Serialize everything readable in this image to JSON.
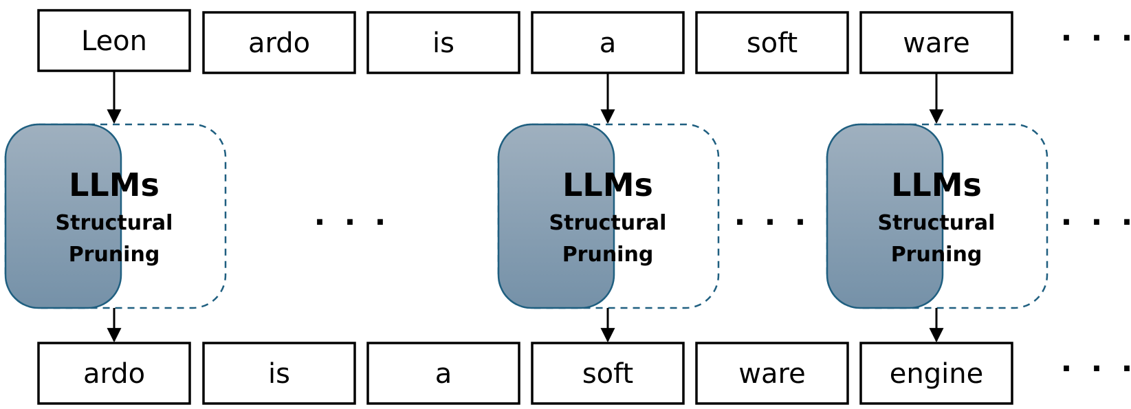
{
  "input_tokens": [
    "Leon",
    "ardo",
    "is",
    "a",
    "soft",
    "ware"
  ],
  "output_tokens": [
    "ardo",
    "is",
    "a",
    "soft",
    "ware",
    "engine"
  ],
  "ellipsis": "· · ·",
  "model_blocks": [
    {
      "title": "LLMs",
      "line1": "Structural",
      "line2": "Pruning"
    },
    {
      "title": "LLMs",
      "line1": "Structural",
      "line2": "Pruning"
    },
    {
      "title": "LLMs",
      "line1": "Structural",
      "line2": "Pruning"
    }
  ],
  "colors": {
    "block_fill_top": "#9fb0bf",
    "block_fill_bottom": "#7591a8",
    "block_stroke": "#1f5f80",
    "dashed_stroke": "#1f5f80"
  }
}
